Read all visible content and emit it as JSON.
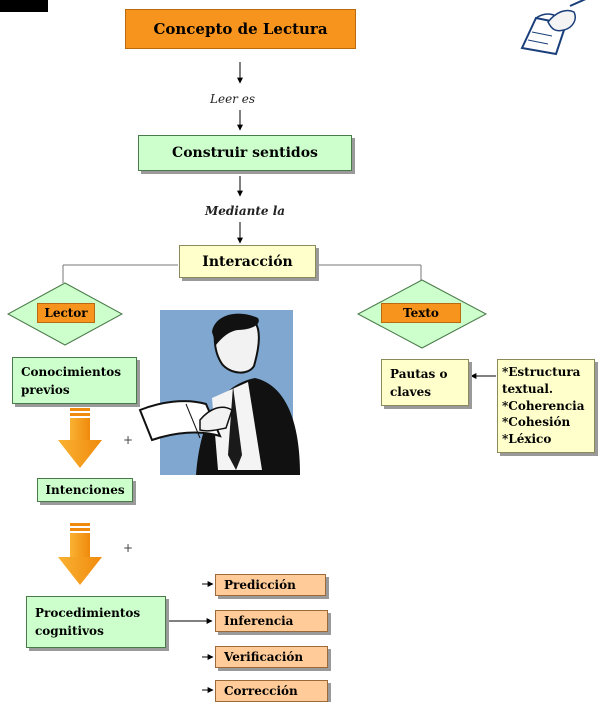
{
  "title": "Concepto de Lectura",
  "links": {
    "leer_es": "Leer es",
    "mediante_la": "Mediante la"
  },
  "nodes": {
    "construir": "Construir sentidos",
    "interaccion": "Interacción",
    "lector": "Lector",
    "texto": "Texto",
    "conocimientos": "Conocimientos previos",
    "intenciones": "Intenciones",
    "procedimientos": "Procedimientos cognitivos",
    "pautas": "Pautas o claves",
    "estructura": "*Estructura textual. *Coherencia *Cohesión *Léxico"
  },
  "processes": [
    "Predicción",
    "Inferencia",
    "Verificación",
    "Corrección"
  ],
  "plus": "+",
  "colors": {
    "title_orange": "#f7941d",
    "green_box": "#ccffcc",
    "yellow_box": "#ffffcc",
    "peach_box": "#ffcc99",
    "diamond": "#ccffcc",
    "down_arrow": "#f7a21b"
  }
}
